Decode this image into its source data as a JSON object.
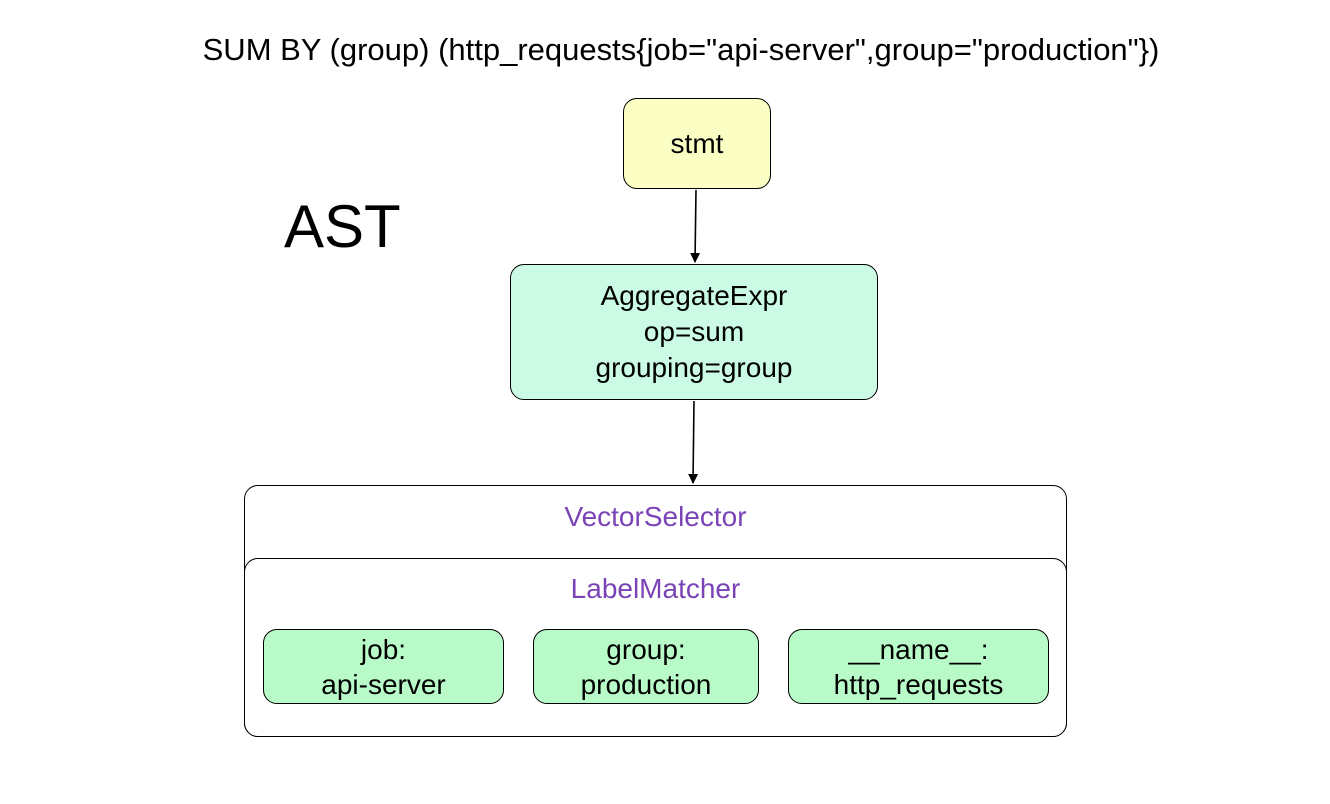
{
  "query": "SUM BY (group) (http_requests{job=\"api-server\",group=\"production\"})",
  "heading": "AST",
  "nodes": {
    "stmt": {
      "label": "stmt"
    },
    "aggregate": {
      "lines": [
        "AggregateExpr",
        "op=sum",
        "grouping=group"
      ]
    }
  },
  "vector_selector": {
    "title": "VectorSelector",
    "label_matcher": {
      "title": "LabelMatcher",
      "matchers": [
        {
          "key": "job:",
          "value": "api-server"
        },
        {
          "key": "group:",
          "value": "production"
        },
        {
          "key": "__name__:",
          "value": "http_requests"
        }
      ]
    }
  },
  "colors": {
    "stmt_fill": "#fbffc4",
    "aggregate_fill": "#cbfbe4",
    "matcher_fill": "#b9fbc8",
    "container_title": "#7a44b6"
  }
}
